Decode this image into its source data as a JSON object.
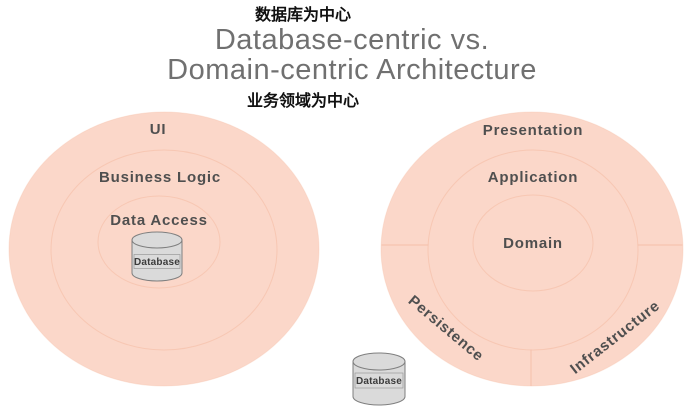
{
  "colors": {
    "background": "#ffffff",
    "circle_fill": "#fbd7c9",
    "ring_line": "#f5c2ab",
    "label_text": "#4f4f4f",
    "title_text": "#707070",
    "cn_text": "#111111",
    "cylinder_fill": "#dadada",
    "cylinder_stroke": "#7f7f7f",
    "database_text": "#3c3c3c"
  },
  "header": {
    "cn_top": "数据库为中心",
    "title_line1": "Database-centric vs.",
    "title_line2": "Domain-centric Architecture",
    "cn_bottom": "业务领域为中心"
  },
  "left_diagram": {
    "layers": {
      "outer": "UI",
      "middle": "Business Logic",
      "inner": "Data Access"
    },
    "database_label": "Database"
  },
  "right_diagram": {
    "layers": {
      "outer_top": "Presentation",
      "middle": "Application",
      "inner": "Domain",
      "outer_bottom_left": "Persistence",
      "outer_bottom_right": "Infrastructure"
    },
    "database_label": "Database"
  }
}
